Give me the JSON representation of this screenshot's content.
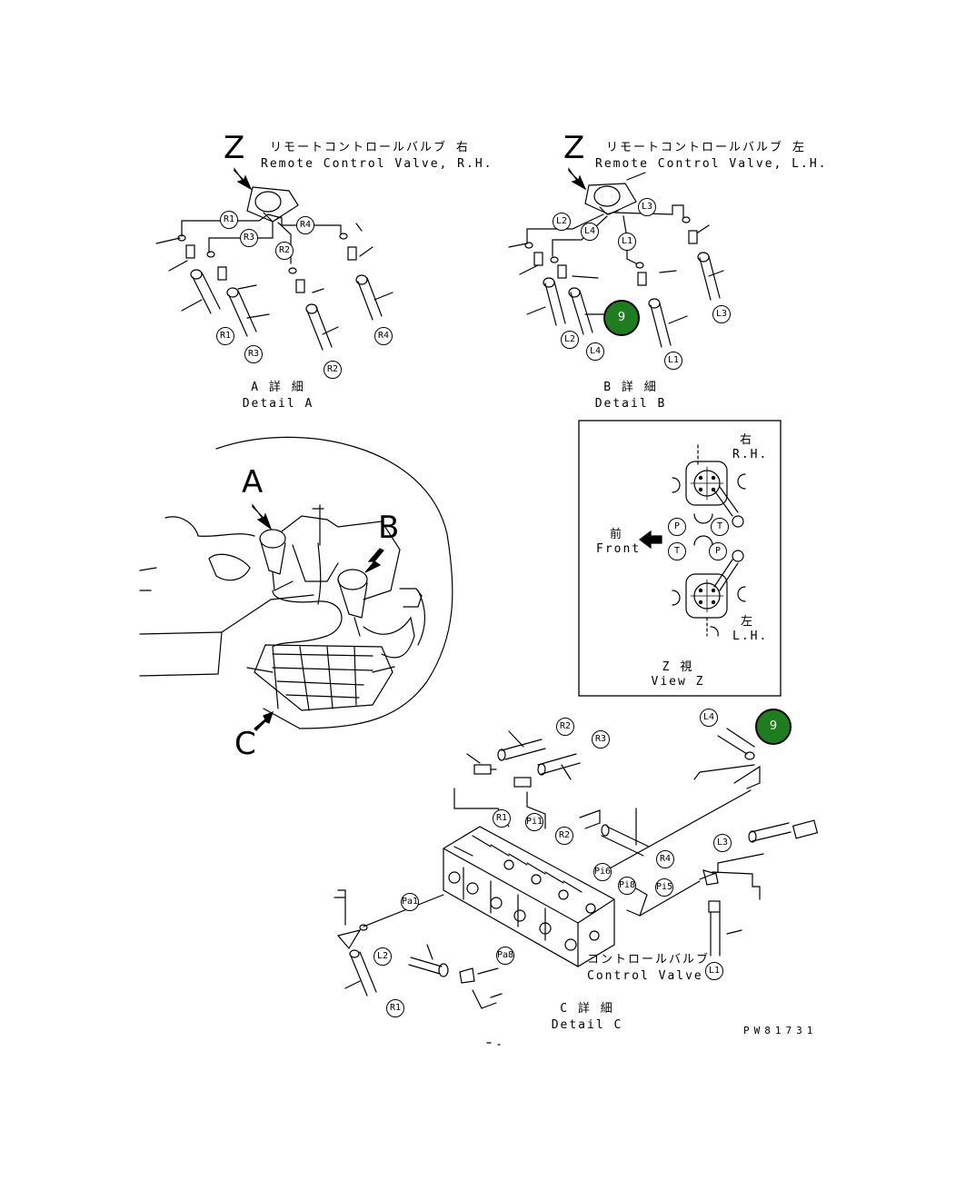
{
  "detail_a": {
    "view_letter": "Z",
    "title_jp": "リモートコントロールバルブ 右",
    "title_en": "Remote Control Valve, R.H.",
    "caption_jp": "A 詳 細",
    "caption_en": "Detail A",
    "callouts": [
      "R1",
      "R3",
      "R4",
      "R2",
      "R1",
      "R3",
      "R2",
      "R4"
    ]
  },
  "detail_b": {
    "view_letter": "Z",
    "title_jp": "リモートコントロールバルブ 左",
    "title_en": "Remote Control Valve, L.H.",
    "caption_jp": "B 詳 細",
    "caption_en": "Detail B",
    "callouts": [
      "L3",
      "L2",
      "L4",
      "L1",
      "L2",
      "L4",
      "L1",
      "L3"
    ],
    "badge": "9"
  },
  "view_z": {
    "rh_jp": "右",
    "rh_en": "R.H.",
    "lh_jp": "左",
    "lh_en": "L.H.",
    "front_jp": "前",
    "front_en": "Front",
    "ports": [
      "P",
      "T",
      "T",
      "P"
    ],
    "caption_jp": "Z 視",
    "caption_en": "View Z"
  },
  "overview": {
    "letter_a": "A",
    "letter_b": "B",
    "letter_c": "C"
  },
  "detail_c": {
    "callouts": [
      "R2",
      "R3",
      "L4",
      "Pi1",
      "R1",
      "R2",
      "R4",
      "L3",
      "Pi6",
      "Pi8",
      "Pi5",
      "Pa1",
      "L2",
      "Pa8",
      "L1",
      "R1"
    ],
    "badge": "9",
    "valve_jp": "コントロールバルブ",
    "valve_en": "Control Valve",
    "caption_jp": "C 詳 細",
    "caption_en": "Detail C"
  },
  "drawing_code": "PW81731"
}
